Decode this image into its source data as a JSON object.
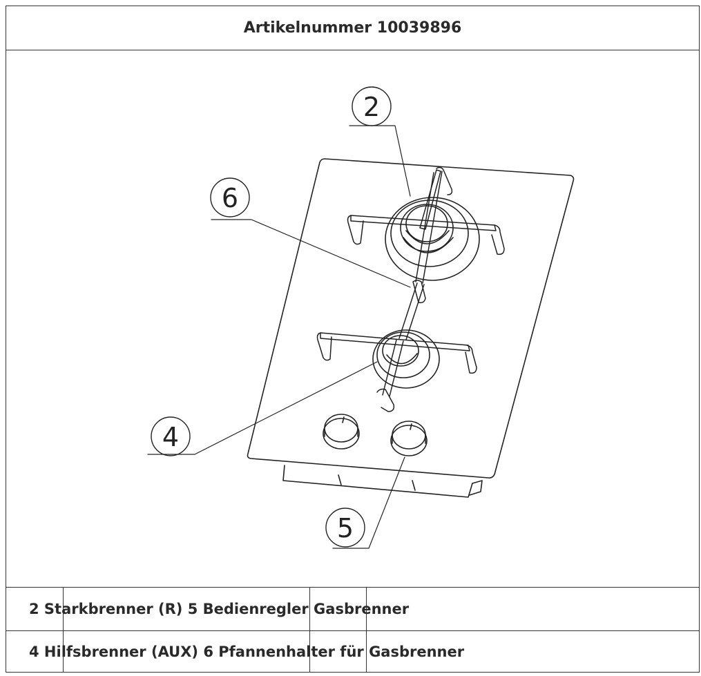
{
  "title": "Artikelnummer 10039896",
  "callouts": [
    {
      "label": "2",
      "part": "burner-rapid"
    },
    {
      "label": "6",
      "part": "pan-support"
    },
    {
      "label": "4",
      "part": "burner-auxiliary"
    },
    {
      "label": "5",
      "part": "control-knob"
    }
  ],
  "legend": {
    "row1": "2 Starkbrenner (R) 5 Bedienregler Gasbrenner",
    "row2": "4 Hilfsbrenner (AUX) 6 Pfannenhalter für Gasbrenner"
  }
}
